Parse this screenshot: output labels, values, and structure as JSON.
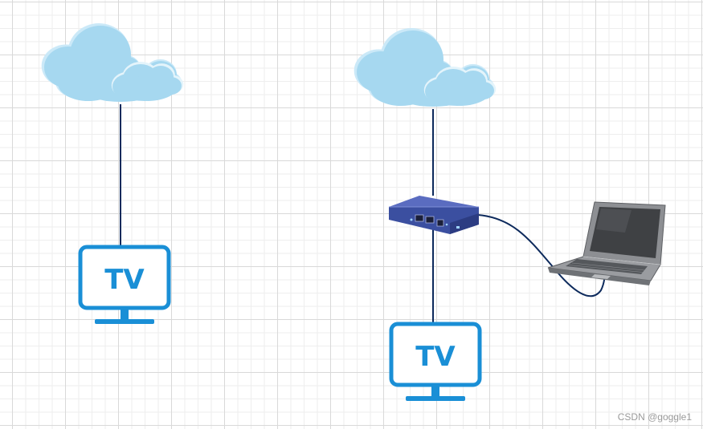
{
  "diagram": {
    "nodes": [
      {
        "id": "cloud-left",
        "type": "cloud"
      },
      {
        "id": "cloud-right",
        "type": "cloud"
      },
      {
        "id": "tv-left",
        "type": "tv",
        "label": "TV"
      },
      {
        "id": "router",
        "type": "router"
      },
      {
        "id": "laptop",
        "type": "laptop"
      },
      {
        "id": "tv-right",
        "type": "tv",
        "label": "TV"
      }
    ],
    "edges": [
      {
        "from": "cloud-left",
        "to": "tv-left"
      },
      {
        "from": "cloud-right",
        "to": "router"
      },
      {
        "from": "router",
        "to": "tv-right"
      },
      {
        "from": "router",
        "to": "laptop"
      }
    ]
  },
  "colors": {
    "link": "#0d2a5c",
    "cloud": "#a6d8f0",
    "cloud_edge": "#cbe9f8",
    "tv": "#1a8fd6",
    "router": "#3b4fa0"
  },
  "icons": [
    "cloud-icon",
    "tv-icon",
    "router-icon",
    "laptop-icon"
  ],
  "watermark": "CSDN @goggle1"
}
